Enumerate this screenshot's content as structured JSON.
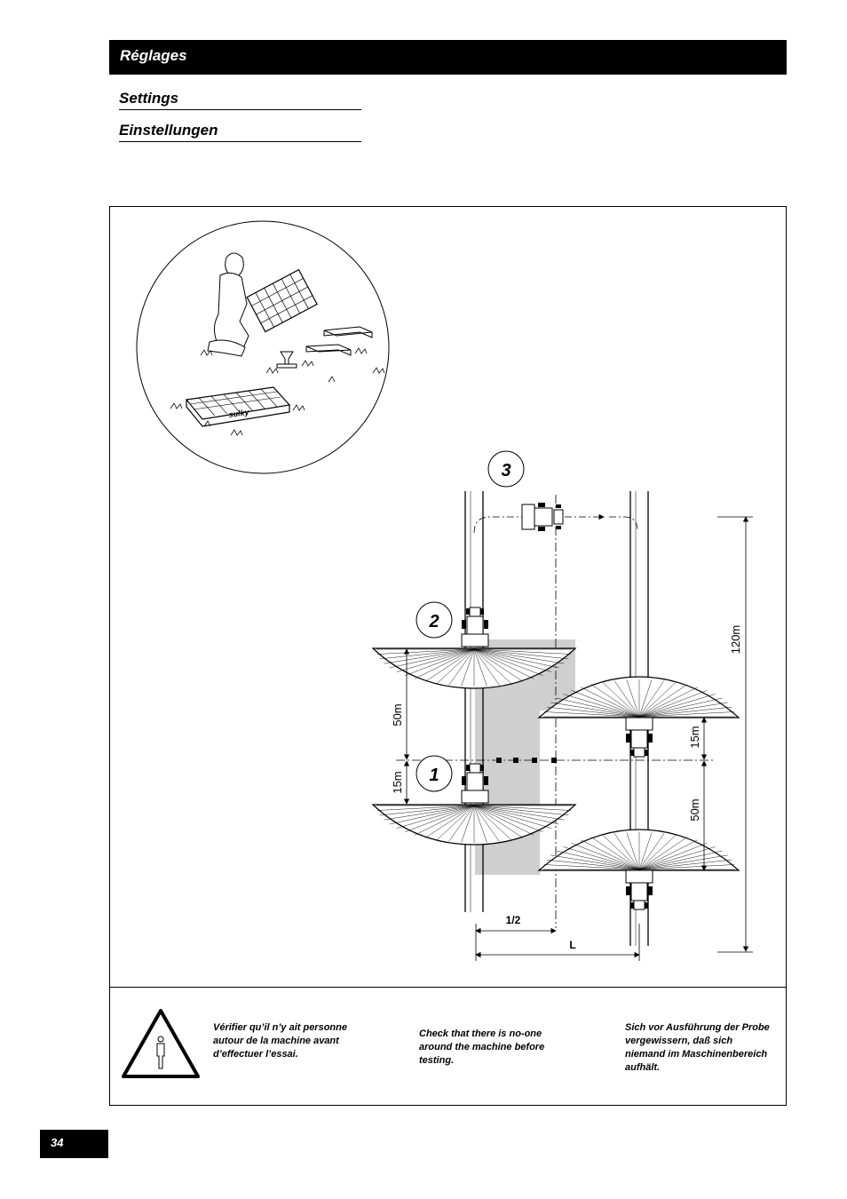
{
  "header": {
    "title": "Réglages"
  },
  "subheadings": [
    "Settings",
    "Einstellungen"
  ],
  "illustration": {
    "brand": "sulky"
  },
  "diagram": {
    "steps": [
      "1",
      "2",
      "3"
    ],
    "labels": {
      "d50_left": "50m",
      "d15_left": "15m",
      "d120": "120m",
      "d15_right": "15m",
      "d50_right": "50m",
      "half": "1/2",
      "full": "L"
    }
  },
  "warning": {
    "icon": "person-hazard-triangle-icon",
    "fr": "Vérifier qu’il n’y ait personne autour de la machine avant d’effectuer l’essai.",
    "en": "Check that there is no-one around the machine before testing.",
    "de": "Sich vor Ausführung der Probe vergewissern, daß sich niemand im Maschinenbereich aufhält."
  },
  "page": {
    "number": "34"
  }
}
